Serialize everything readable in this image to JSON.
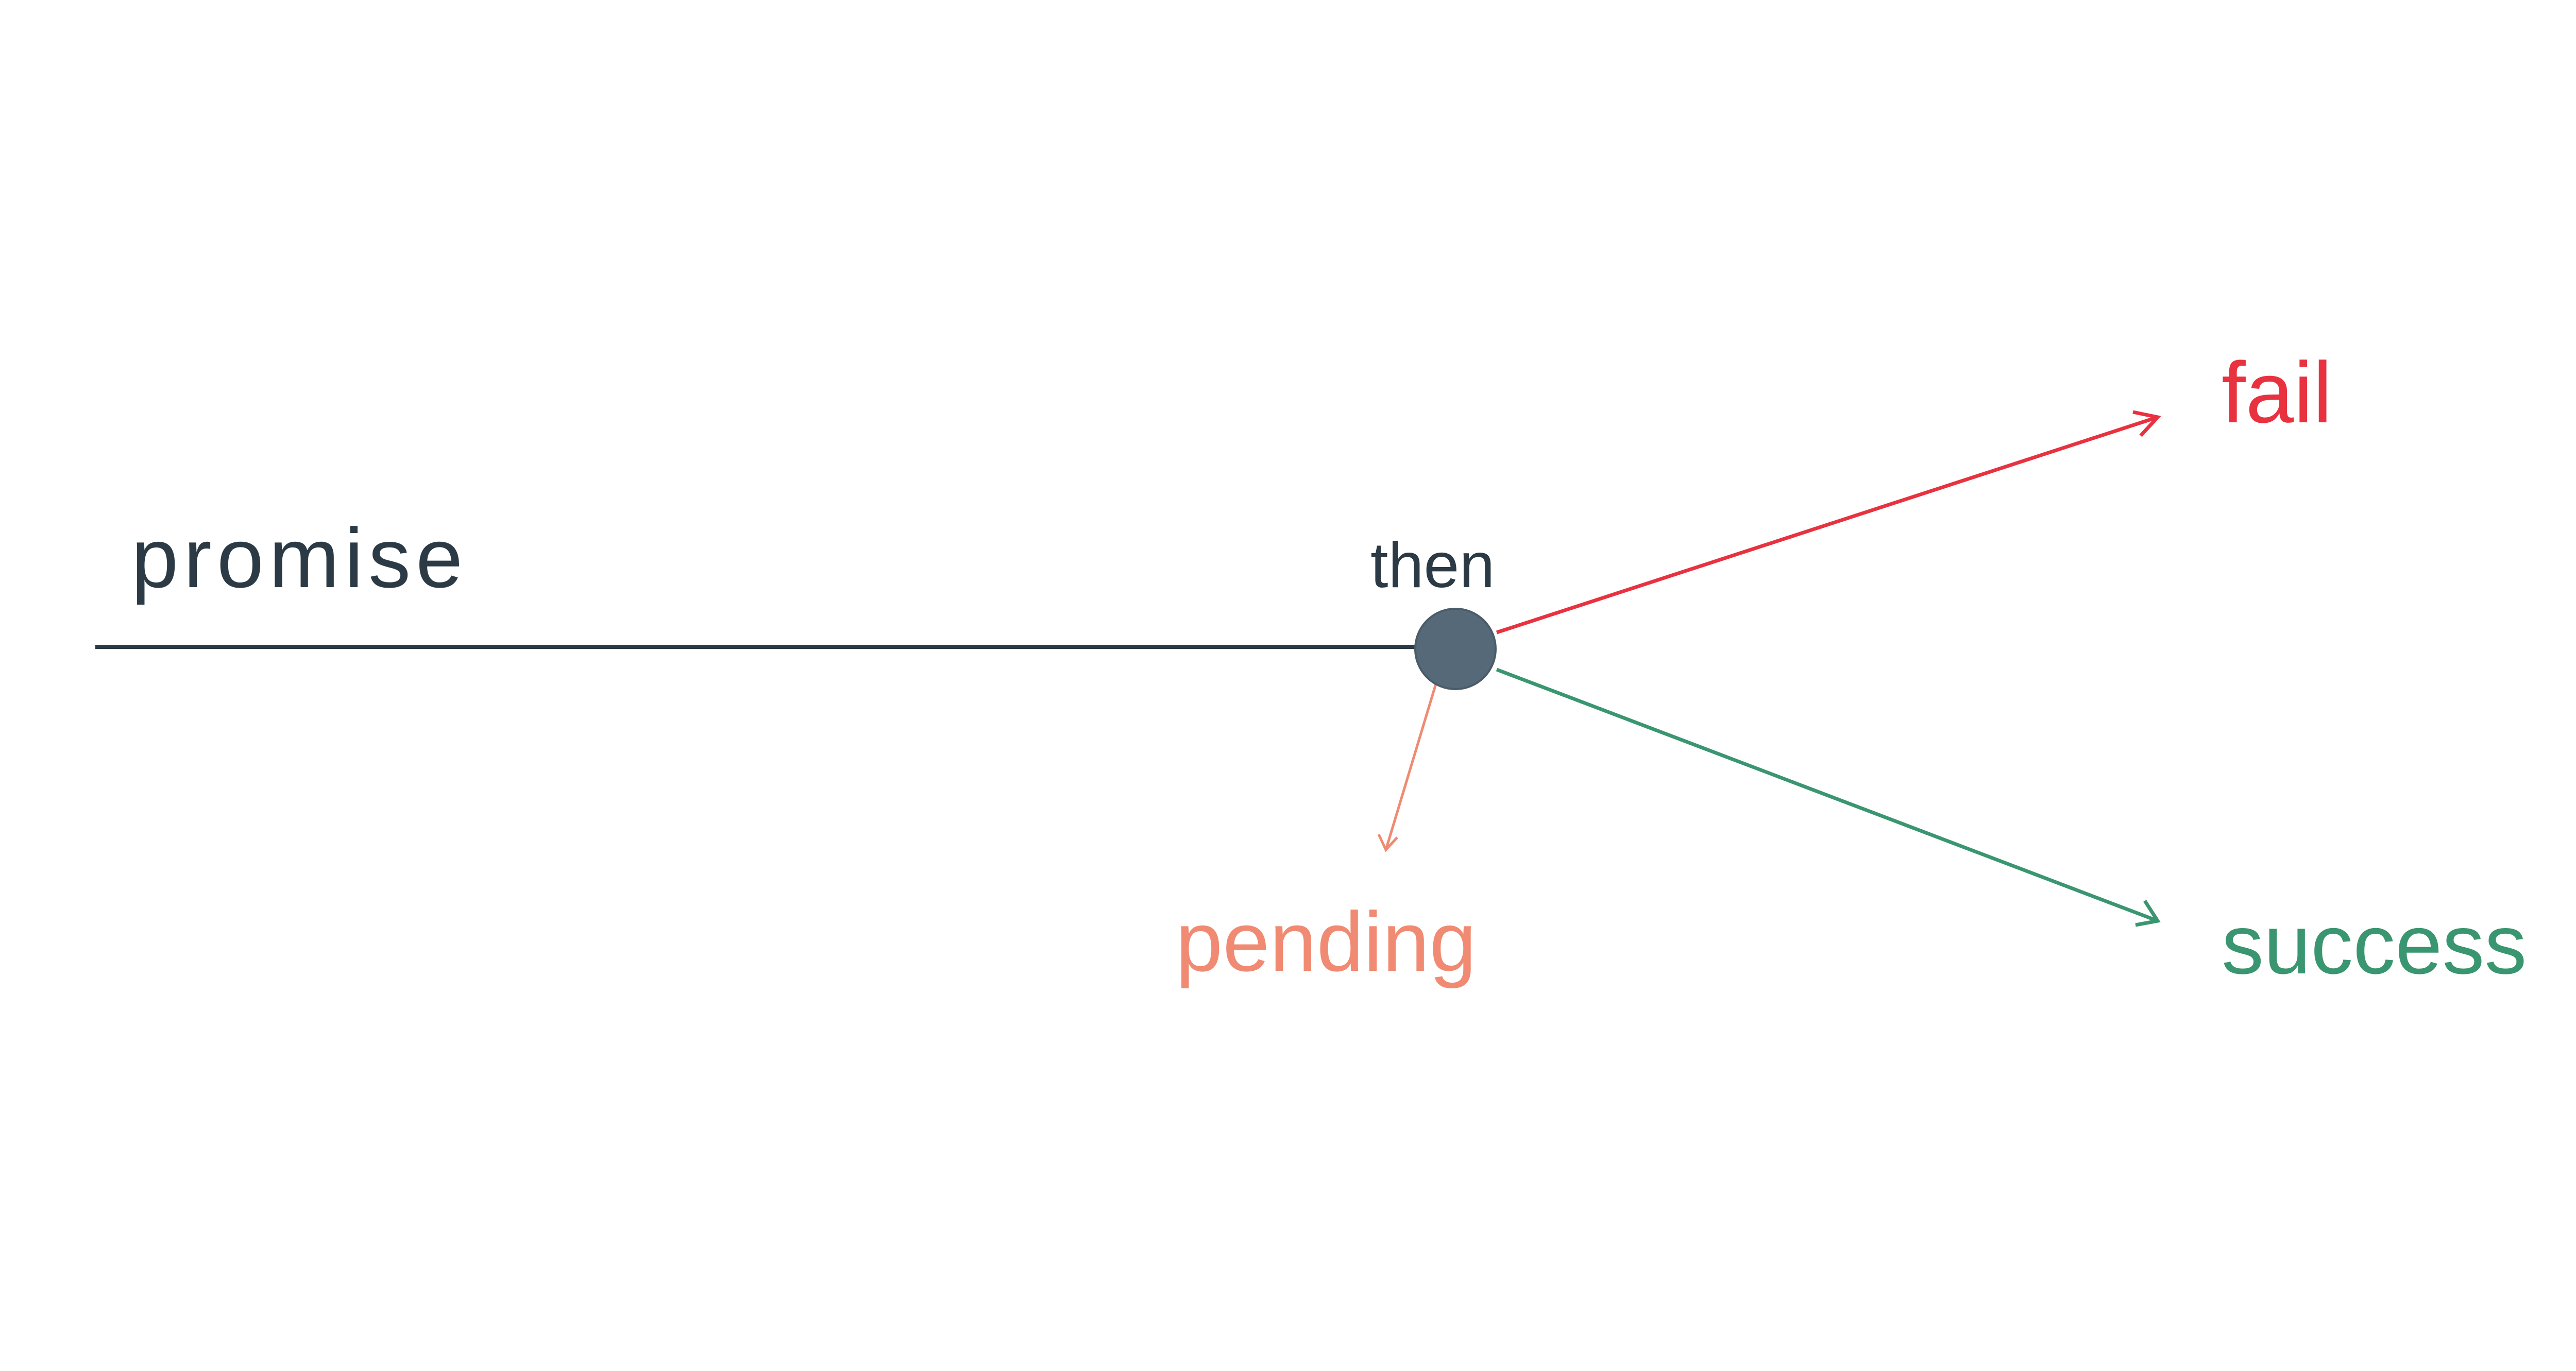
{
  "diagram": {
    "labels": {
      "promise": "promise",
      "then": "then",
      "fail": "fail",
      "pending": "pending",
      "success": "success"
    },
    "colors": {
      "background": "#ffffff",
      "timeline": "#2b3a44",
      "node": "#566978",
      "fail": "#e8323f",
      "pending": "#f08a72",
      "success": "#3a9670"
    }
  }
}
